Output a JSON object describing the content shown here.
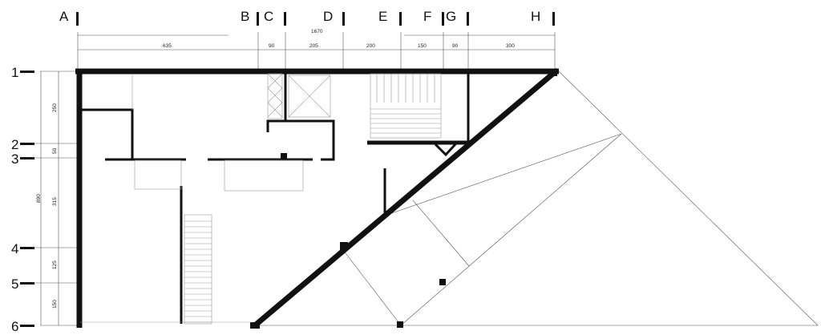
{
  "title": "Floor plan with structural grid",
  "column_axes": [
    "A",
    "B",
    "C",
    "D",
    "E",
    "F",
    "G",
    "H"
  ],
  "row_axes": [
    "1",
    "2",
    "3",
    "4",
    "5",
    "6"
  ],
  "horizontal_dimensions": {
    "total": "1670",
    "segments": [
      "635",
      "90",
      "205",
      "200",
      "150",
      "90",
      "300"
    ]
  },
  "vertical_dimensions": {
    "total": "890",
    "segments": [
      "250",
      "50",
      "315",
      "125",
      "150"
    ]
  }
}
